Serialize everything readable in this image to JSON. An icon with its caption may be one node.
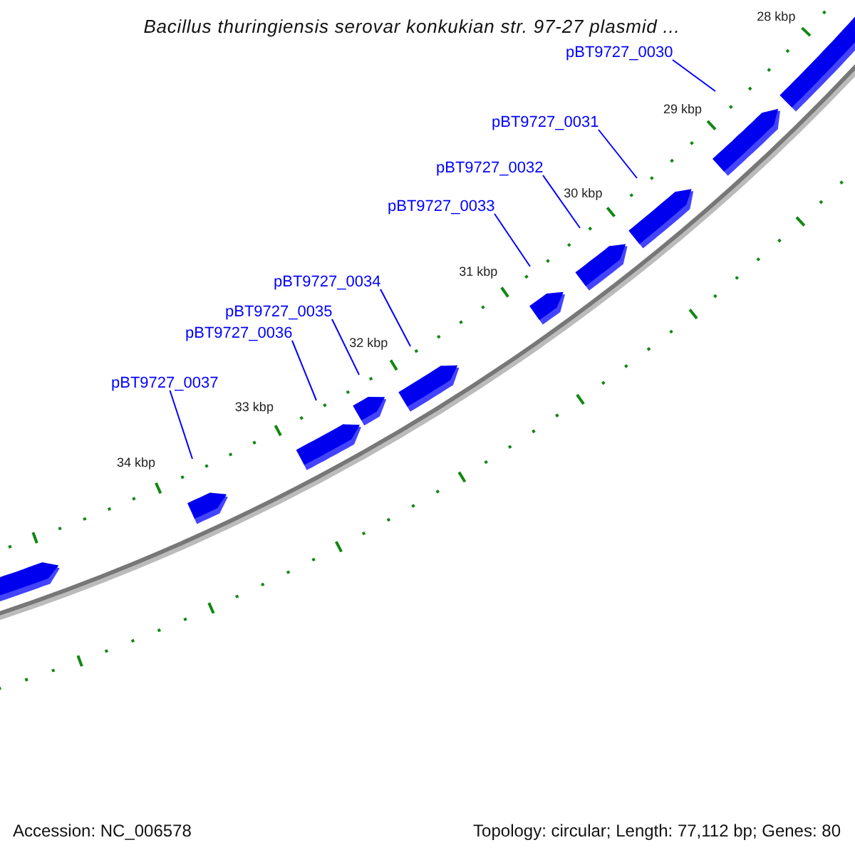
{
  "diagram": {
    "title": "Bacillus thuringiensis serovar konkukian str. 97-27 plasmid ...",
    "nodes": [
      {
        "text": [
          "pBT9727_0030"
        ]
      },
      {
        "text": [
          "pBT9727_0031"
        ]
      },
      {
        "text": [
          "pBT9727_0032"
        ]
      },
      {
        "text": [
          "pBT9727_0033"
        ]
      },
      {
        "text": [
          "pBT9727_0034"
        ]
      },
      {
        "text": [
          "pBT9727_0035"
        ]
      },
      {
        "text": [
          "pBT9727_0036"
        ]
      },
      {
        "text": [
          "pBT9727_0037"
        ]
      }
    ],
    "edges": [
      {
        "from": 0,
        "to": null,
        "arrow": "none"
      },
      {
        "from": 1,
        "to": null,
        "arrow": "none"
      },
      {
        "from": 2,
        "to": null,
        "arrow": "none"
      },
      {
        "from": 3,
        "to": null,
        "arrow": "none"
      },
      {
        "from": 4,
        "to": null,
        "arrow": "none"
      },
      {
        "from": 5,
        "to": null,
        "arrow": "none"
      },
      {
        "from": 6,
        "to": null,
        "arrow": "none"
      },
      {
        "from": 7,
        "to": null,
        "arrow": "none"
      }
    ],
    "labels": [
      "28 kbp",
      "29 kbp",
      "30 kbp",
      "31 kbp",
      "32 kbp",
      "33 kbp",
      "34 kbp",
      "Accession: NC_006578",
      "Topology: circular; Length: 77,112 bp; Genes: 80"
    ]
  }
}
